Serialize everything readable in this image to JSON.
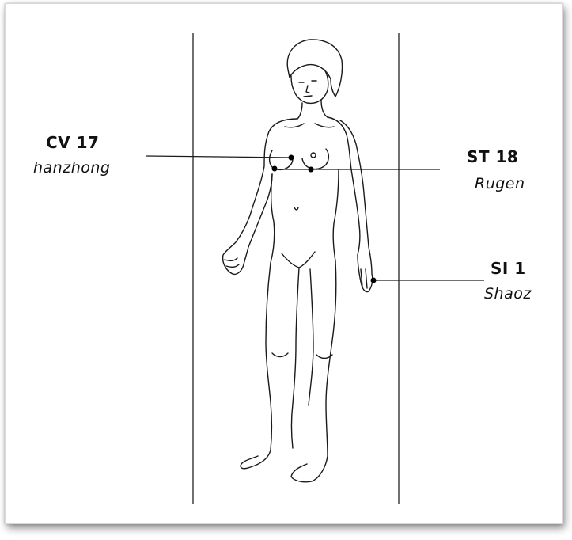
{
  "points": [
    {
      "code": "CV 17",
      "name": "hanzhong"
    },
    {
      "code": "ST 18",
      "name": "Rugen"
    },
    {
      "code": "SI 1",
      "name": "Shaoz"
    }
  ],
  "colors": {
    "line": "#1a1a1a",
    "point": "#000000",
    "frame_border": "#d8d8d8"
  }
}
